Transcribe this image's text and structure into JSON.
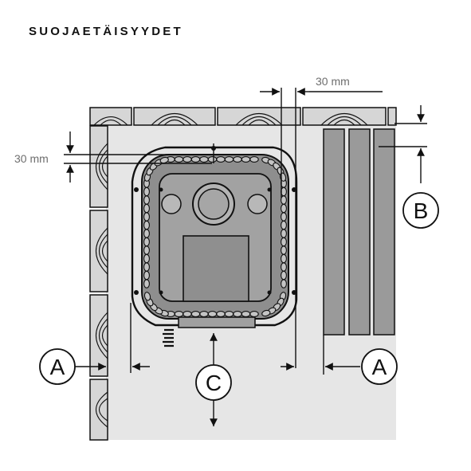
{
  "title": "SUOJAETÄISYYDET",
  "dimensions": {
    "top_gap": "30 mm",
    "left_gap": "30 mm"
  },
  "labels": {
    "a_left": "A",
    "a_right": "A",
    "b": "B",
    "c": "C"
  },
  "colors": {
    "floor": "#e6e6e6",
    "wood": "#d6d6d6",
    "panel": "#9a9a9a",
    "outline": "#111111"
  }
}
